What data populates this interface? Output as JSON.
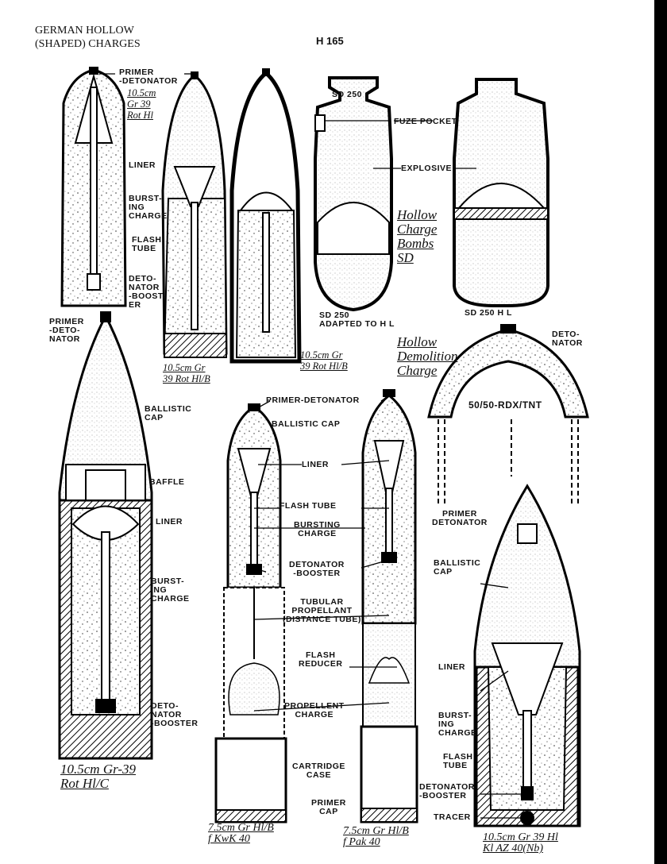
{
  "header": {
    "title_line1": "GERMAN HOLLOW",
    "title_line2": "(SHAPED) CHARGES",
    "page_number": "H 165"
  },
  "captions": {
    "gr39_top": "10.5cm\nGr 39\nRot Hl",
    "gr39_hlb_mid": "10.5cm Gr\n39 Rot Hl/B",
    "gr39_hlb_right": "10.5cm Gr\n39 Rot Hl/B",
    "bombs": "Hollow\nCharge\nBombs\nSD",
    "demolition": "Hollow\nDemolition\nCharge",
    "gr39_hlc": "10.5cm Gr-39\nRot Hl/C",
    "kwk40": "7.5cm Gr Hl/B\nf KwK 40",
    "pak40": "7.5cm Gr Hl/B\nf Pak 40",
    "gr39_kl": "10.5cm Gr 39 Hl\nKl AZ 40(Nb)"
  },
  "labels": {
    "primer_detonator_1": "PRIMER\n-DETONATOR",
    "liner_1": "LINER",
    "bursting_charge_1": "BURST-\nING\nCHARGE",
    "flash_tube_1": "FLASH\nTUBE",
    "detonator_booster_1": "DETO-\nNATOR\n-BOOST-\nER",
    "sd250_adapted": "SD 250\nADAPTED TO H L",
    "sd250_hl": "SD 250 H L",
    "sd250_top": "SD 250",
    "fuze_pocket": "FUZE POCKET",
    "explosive": "EXPLOSIVE",
    "primer_detonator_2": "PRIMER\n-DETO-\nNATOR",
    "ballistic_cap_2": "BALLISTIC\nCAP",
    "baffle": "BAFFLE",
    "liner_2": "LINER",
    "bursting_charge_2": "BURST-\nING\nCHARGE",
    "detonator_booster_2": "DETO-\nNATOR\n-BOOSTER",
    "deto_nator_demo": "DETO-\nNATOR",
    "rdx_tnt": "50/50-RDX/TNT",
    "primer_detonator_center": "PRIMER-DETONATOR",
    "ballistic_cap_center": "BALLISTIC CAP",
    "liner_center": "LINER",
    "flash_tube_center": "FLASH TUBE",
    "bursting_charge_center": "BURSTING\nCHARGE",
    "detonator_booster_center": "DETONATOR\n-BOOSTER",
    "tubular_propellant": "TUBULAR\nPROPELLANT\n(DISTANCE TUBE)",
    "flash_reducer": "FLASH\nREDUCER",
    "propellent_charge": "PROPELLENT\nCHARGE",
    "cartridge_case": "CARTRIDGE\nCASE",
    "primer_cap": "PRIMER\nCAP",
    "primer_detonator_r": "PRIMER\nDETONATOR",
    "ballistic_cap_r": "BALLISTIC\nCAP",
    "liner_r": "LINER",
    "bursting_charge_r": "BURST-\nING\nCHARGE",
    "flash_tube_r": "FLASH\nTUBE",
    "detonator_booster_r": "DETONATOR\n-BOOSTER",
    "tracer": "TRACER"
  }
}
